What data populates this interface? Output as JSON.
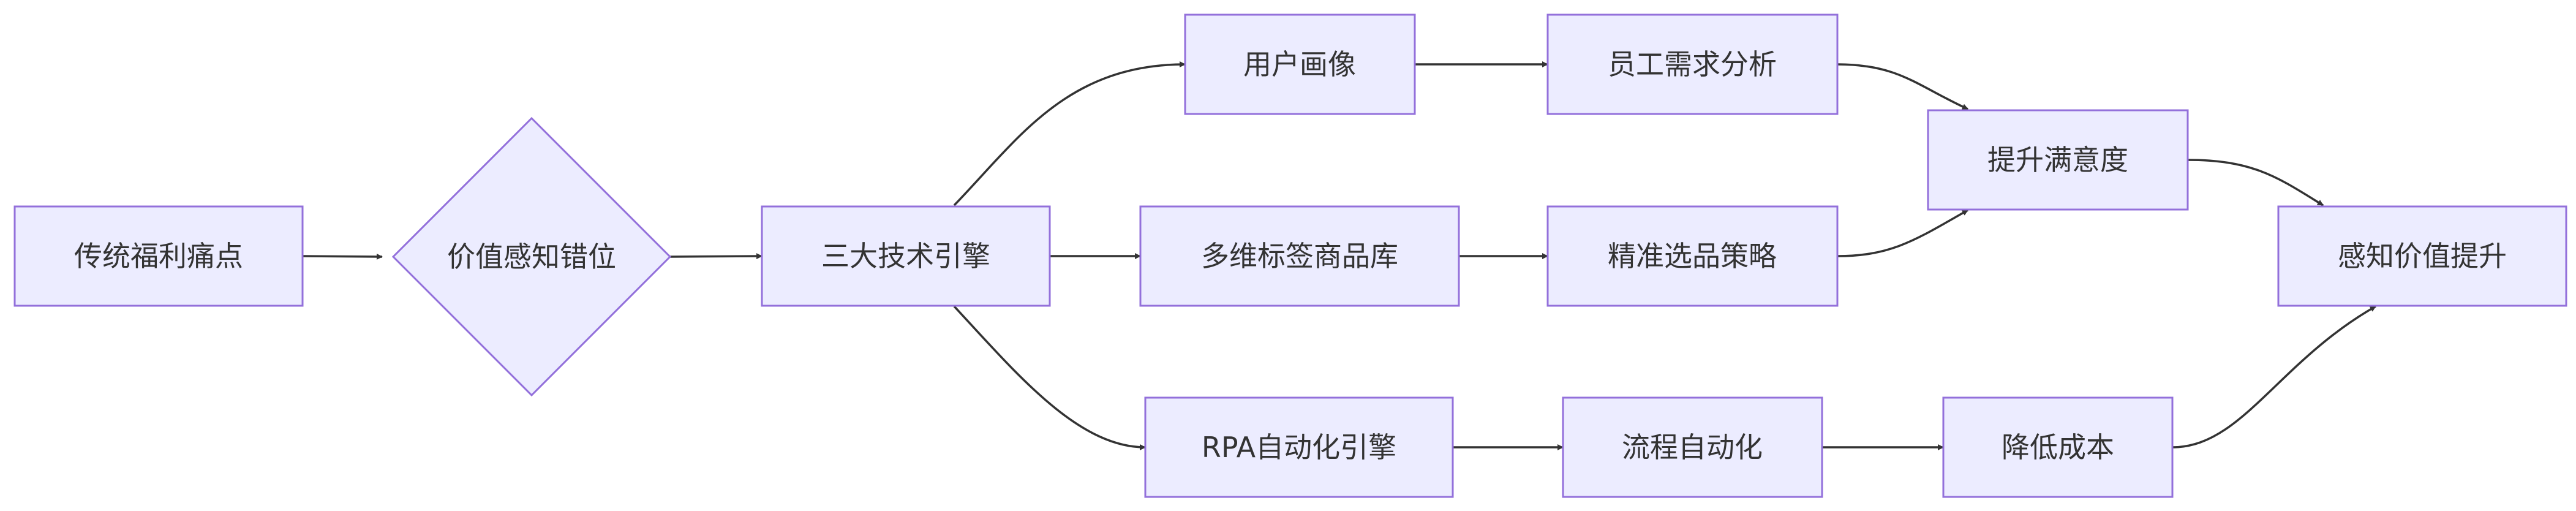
{
  "flowchart": {
    "nodes": {
      "pain_points": "传统福利痛点",
      "value_misalignment": "价值感知错位",
      "three_engines": "三大技术引擎",
      "user_profile": "用户画像",
      "needs_analysis": "员工需求分析",
      "tag_catalog": "多维标签商品库",
      "precise_selection": "精准选品策略",
      "satisfaction_up": "提升满意度",
      "rpa_engine": "RPA自动化引擎",
      "process_automation": "流程自动化",
      "cost_down": "降低成本",
      "perceived_value_up": "感知价值提升"
    },
    "edges": [
      {
        "from": "pain_points",
        "to": "value_misalignment"
      },
      {
        "from": "value_misalignment",
        "to": "three_engines"
      },
      {
        "from": "three_engines",
        "to": "user_profile"
      },
      {
        "from": "three_engines",
        "to": "tag_catalog"
      },
      {
        "from": "three_engines",
        "to": "rpa_engine"
      },
      {
        "from": "user_profile",
        "to": "needs_analysis"
      },
      {
        "from": "tag_catalog",
        "to": "precise_selection"
      },
      {
        "from": "rpa_engine",
        "to": "process_automation"
      },
      {
        "from": "needs_analysis",
        "to": "satisfaction_up"
      },
      {
        "from": "precise_selection",
        "to": "satisfaction_up"
      },
      {
        "from": "process_automation",
        "to": "cost_down"
      },
      {
        "from": "satisfaction_up",
        "to": "perceived_value_up"
      },
      {
        "from": "cost_down",
        "to": "perceived_value_up"
      }
    ]
  }
}
